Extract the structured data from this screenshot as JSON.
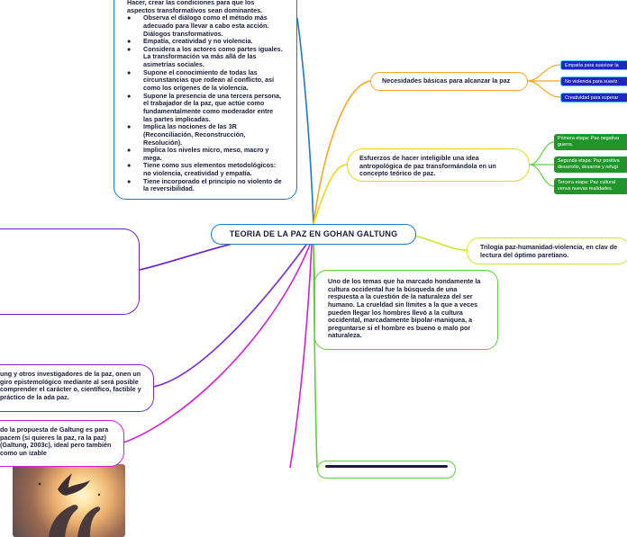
{
  "central": "TEORIA DE LA PAZ EN GOHAN GALTUNG",
  "top_left": {
    "lines": [
      "Hacer, crear las condiciones para que los aspectos transformativos sean dominantes."
    ],
    "items": [
      "Observa el diálogo como el método más adecuado para llevar a cabo esta acción. Diálogos transformativos.",
      "Empatía, creatividad y no violencia.",
      "Considera a los actores como partes iguales. La transformación va más allá de las asimetrías sociales.",
      "Supone el conocimiento de todas las circunstancias que rodean al conflicto, así como los orígenes de la violencia.",
      "Supone la presencia de una tercera persona, el trabajador de la paz, que actúe como fundamentalmente como moderador entre las partes implicadas.",
      "Implica las nociones de las 3R (Reconciliación, Reconstrucción, Resolución).",
      "Implica los niveles micro, meso, macro y mega.",
      "Tiene como sus elementos metodológicos: no violencia, creatividad y empatía.",
      "Tiene incorporado el principio no violento de la reversibilidad."
    ],
    "bullet": "●"
  },
  "necesidades": {
    "title": "Necesidades básicas para alcanzar la paz",
    "items": [
      "Empatía para suavizar la",
      "No violencia para suaviz",
      "Creatividad para superar"
    ]
  },
  "esfuerzos": {
    "title": "Esfuerzos de hacer inteligible una idea antropológica de paz transformándola en un concepto teórico de paz.",
    "items": [
      "Primera etapa: Paz negativa guerra.",
      "Segunda etapa: Paz positiva desarrollo, desarme y refugi",
      "Tercera etapa: Paz cultural venus nuevas realidades."
    ]
  },
  "trilogia": "Trilogía paz-humanidad-violencia, en clav de lectura del óptimo paretiano.",
  "uno_de_los_temas": "Uno de los temas que ha marcado hondamente la cultura occidental fue la búsqueda de una respuesta a la cuestión de la naturaleza del ser humano. La crueldad sin límites a la que a veces pueden llegar los hombres llevó a la cultura occidental, marcadamente bipolar-maniquea, a preguntarse si el hombre es bueno o malo por naturaleza.",
  "left_mid": "ung y otros investigadores de la paz, onen un giro epistemológico mediante al será posible comprender el carácter o, científico, factible y práctico de la ada paz.",
  "left_bottom": "do la propuesta de Galtung es para pacem (si quieres la paz, ra la paz) (Galtung, 2003c), ideal pero también como un izable",
  "colors": {
    "central": "#1f78c8",
    "orange": "#f5a623",
    "yellow": "#e6d81a",
    "green": "#5cd13b",
    "blue_pill": "#1b28c9",
    "green_pill": "#21952a",
    "purple": "#6a1fd0",
    "magenta": "#d21fd2"
  }
}
